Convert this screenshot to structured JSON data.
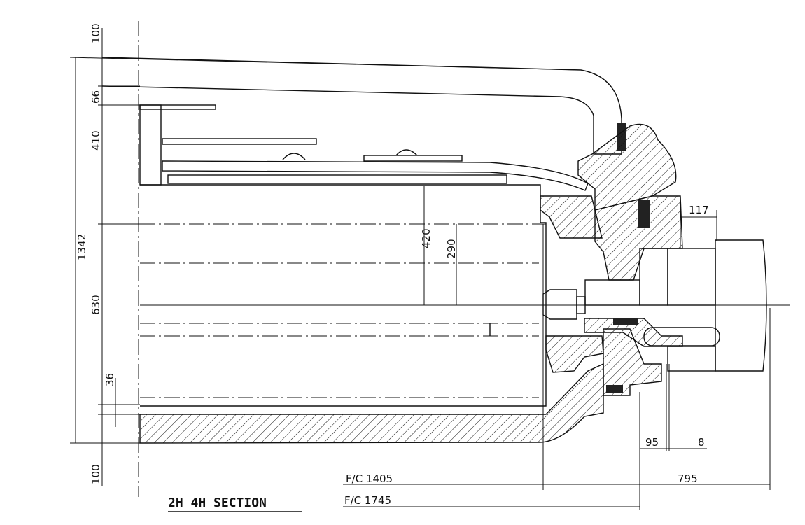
{
  "title": "2H 4H SECTION",
  "dimensions": {
    "top_100": "100",
    "d66": "66",
    "d410": "410",
    "total_1342": "1342",
    "d630": "630",
    "d36": "36",
    "bottom_100": "100",
    "d420": "420",
    "d290": "290",
    "d117": "117",
    "d95": "95",
    "d8": "8",
    "d795": "795",
    "fc1405": "F/C 1405",
    "fc1745": "F/C 1745"
  }
}
